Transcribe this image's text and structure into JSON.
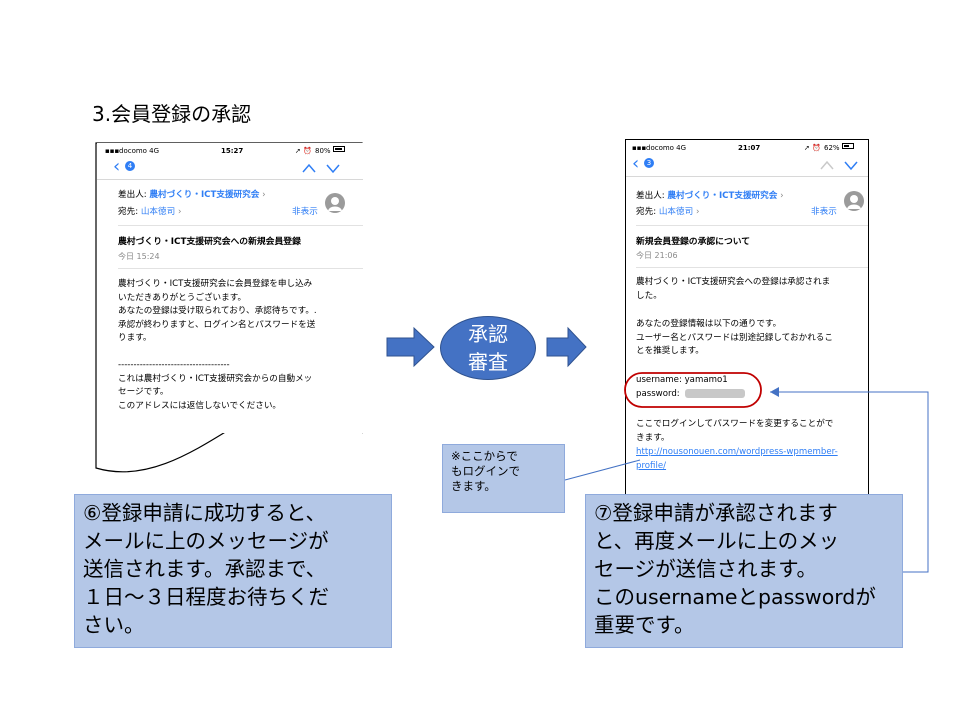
{
  "title": "3.会員登録の承認",
  "left_phone": {
    "carrier": "docomo  4G",
    "time": "15:27",
    "battery": "80%",
    "badge": "4",
    "from_label": "差出人:",
    "from_value": "農村づくり・ICT支援研究会",
    "to_label": "宛先:",
    "to_value": "山本徳司",
    "hide_label": "非表示",
    "subject": "農村づくり・ICT支援研究会への新規会員登録",
    "date": "今日 15:24",
    "body": [
      "農村づくり・ICT支援研究会に会員登録を申し込み",
      "いただきありがとうございます。",
      "あなたの登録は受け取られており、承認待ちです。.",
      "承認が終わりますと、ログイン名とパスワードを送",
      "ります。",
      "",
      "------------------------------------",
      "これは農村づくり・ICT支援研究会からの自動メッ",
      "セージです。",
      "このアドレスには返信しないでください。"
    ]
  },
  "right_phone": {
    "carrier": "docomo  4G",
    "time": "21:07",
    "battery": "62%",
    "badge": "3",
    "from_label": "差出人:",
    "from_value": "農村づくり・ICT支援研究会",
    "to_label": "宛先:",
    "to_value": "山本徳司",
    "hide_label": "非表示",
    "subject": "新規会員登録の承認について",
    "date": "今日 21:06",
    "body1": [
      "農村づくり・ICT支援研究会への登録は承認されま",
      "した。"
    ],
    "body2": [
      "あなたの登録情報は以下の通りです。",
      "ユーザー名とパスワードは別途記録しておかれるこ",
      "とを推奨します。"
    ],
    "username_line": "username: yamamo1",
    "password_label": "password:",
    "body3": [
      "ここでログインしてパスワードを変更することがで",
      "きます。"
    ],
    "link": [
      "http://nousonouen.com/wordpress-wpmember-",
      "profile/"
    ]
  },
  "approval_label": [
    "承認",
    "審査"
  ],
  "note": [
    "※ここからで",
    "もログインで",
    "きます。"
  ],
  "callout_left": [
    "⑥登録申請に成功すると、",
    "メールに上のメッセージが",
    "送信されます。承認まで、",
    "１日～３日程度お待ちくだ",
    "さい。"
  ],
  "callout_right": [
    "⑦登録申請が承認されます",
    "と、再度メールに上のメッ",
    "セージが送信されます。",
    "このusernameとpasswordが",
    "重要です。"
  ],
  "colors": {
    "callout_fill": "#b4c7e7",
    "arrow_fill": "#4472c4",
    "highlight": "#c00000",
    "link": "#2f7ef5"
  }
}
